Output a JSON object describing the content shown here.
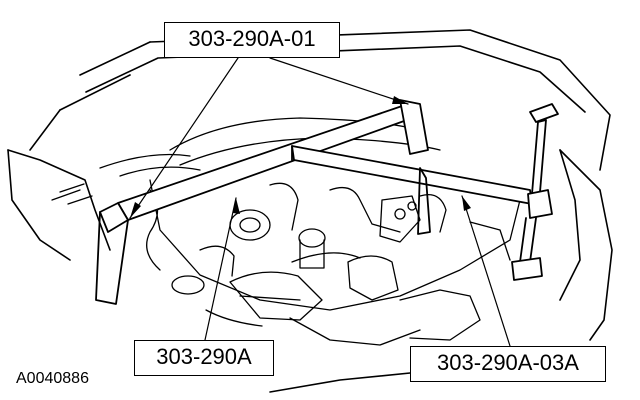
{
  "callouts": {
    "tool_top": "303-290A-01",
    "tool_bottom_left": "303-290A",
    "tool_bottom_right": "303-290A-03A"
  },
  "figure_id": "A0040886",
  "colors": {
    "line": "#000000",
    "background": "#ffffff"
  }
}
